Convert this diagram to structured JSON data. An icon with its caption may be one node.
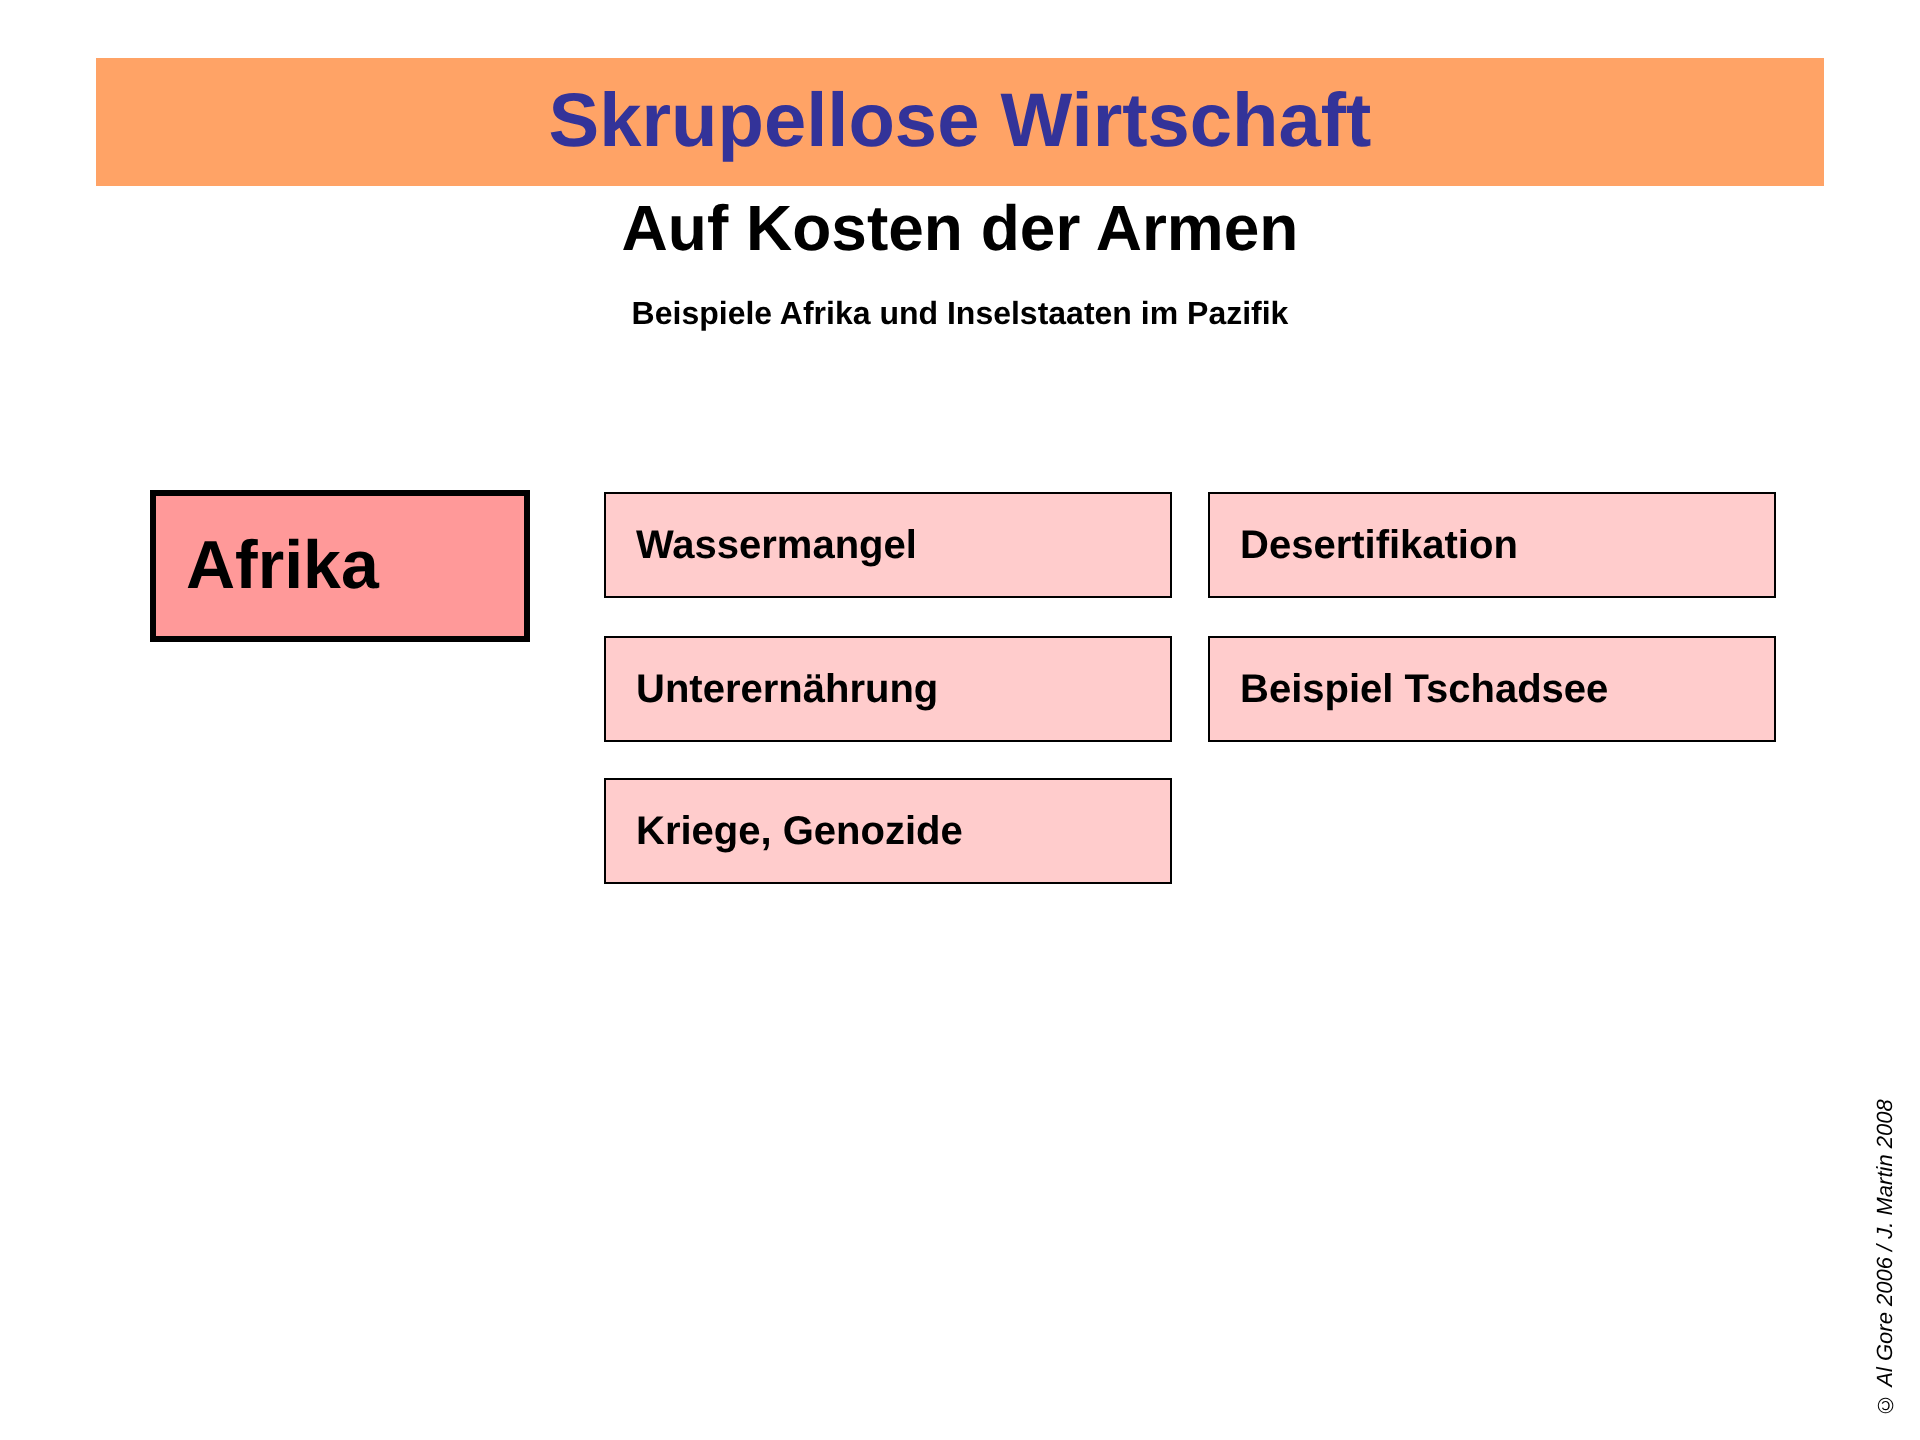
{
  "diagram": {
    "title": "Skrupellose Wirtschaft",
    "nodes": [
      {
        "text": [
          "Afrika"
        ]
      },
      {
        "text": [
          "Wassermangel"
        ]
      },
      {
        "text": [
          "Desertifikation"
        ]
      },
      {
        "text": [
          "Unterernährung"
        ]
      },
      {
        "text": [
          "Beispiel Tschadsee"
        ]
      },
      {
        "text": [
          "Kriege, Genozide"
        ]
      }
    ],
    "labels": [
      "Auf Kosten der Armen",
      "Beispiele Afrika und Inselstaaten im Pazifik",
      "© Al Gore 2006 / J. Martin 2008"
    ]
  }
}
